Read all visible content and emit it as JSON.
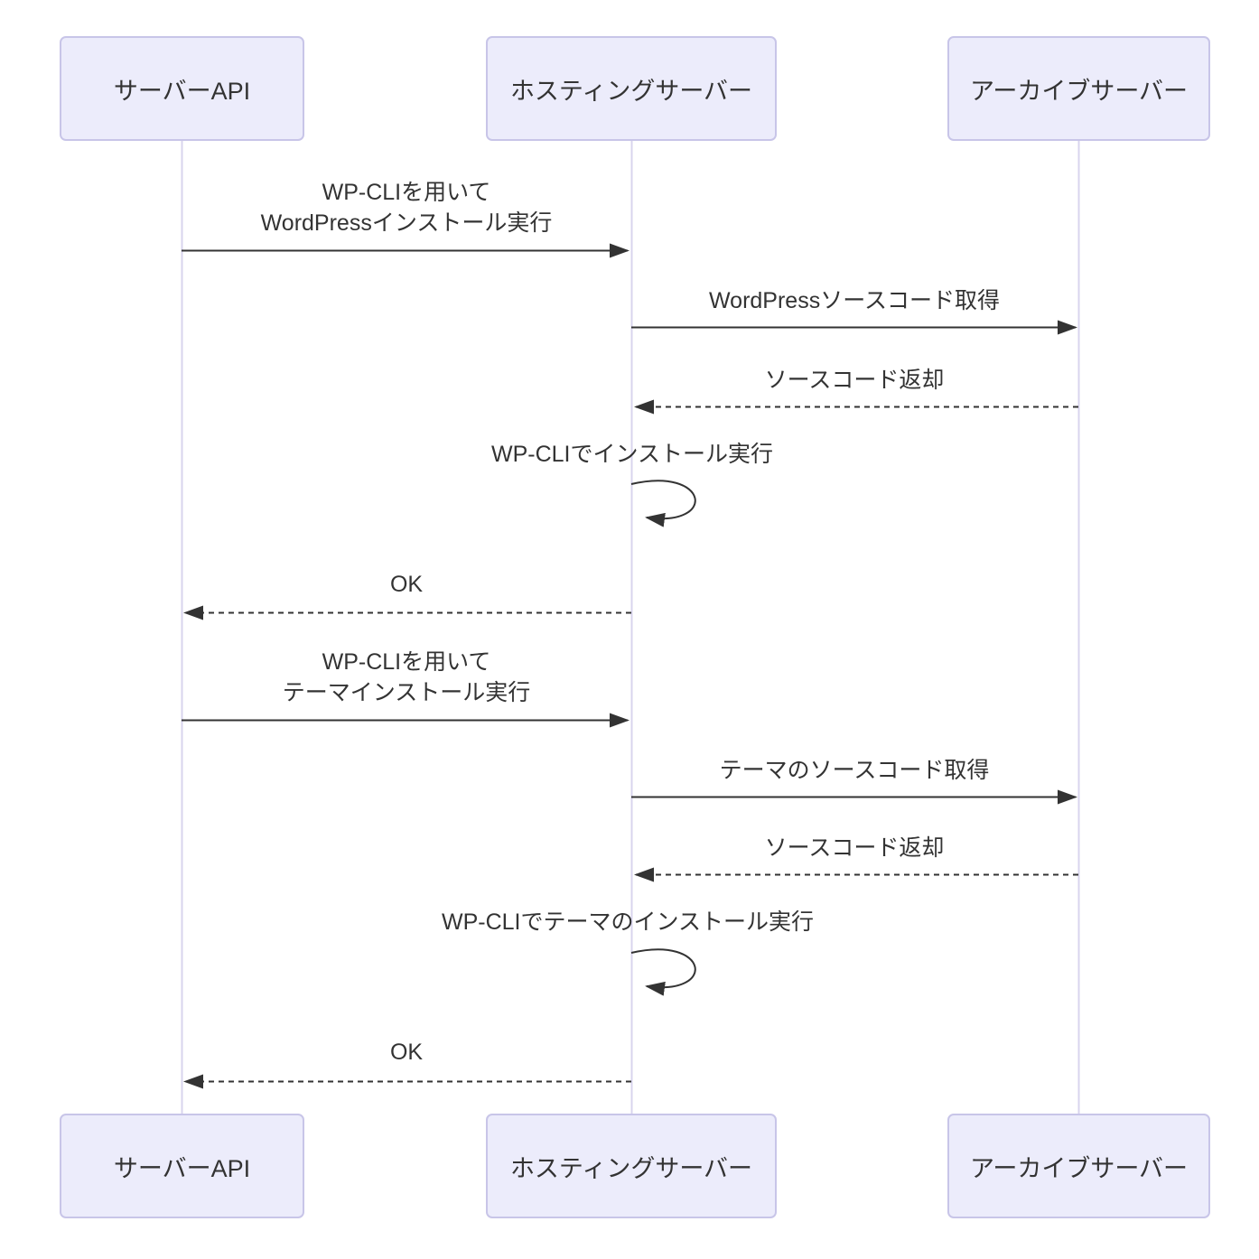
{
  "diagram": {
    "kind": "sequence-diagram",
    "actors": [
      {
        "id": "server-api",
        "label": "サーバーAPI"
      },
      {
        "id": "hosting-server",
        "label": "ホスティングサーバー"
      },
      {
        "id": "archive-server",
        "label": "アーカイブサーバー"
      }
    ],
    "messages": [
      {
        "from": "server-api",
        "to": "hosting-server",
        "type": "solid",
        "lines": [
          "WP-CLIを用いて",
          "WordPressインストール実行"
        ]
      },
      {
        "from": "hosting-server",
        "to": "archive-server",
        "type": "solid",
        "lines": [
          "WordPressソースコード取得"
        ]
      },
      {
        "from": "archive-server",
        "to": "hosting-server",
        "type": "dashed",
        "lines": [
          "ソースコード返却"
        ]
      },
      {
        "from": "hosting-server",
        "to": "hosting-server",
        "type": "self",
        "lines": [
          "WP-CLIでインストール実行"
        ]
      },
      {
        "from": "hosting-server",
        "to": "server-api",
        "type": "dashed",
        "lines": [
          "OK"
        ]
      },
      {
        "from": "server-api",
        "to": "hosting-server",
        "type": "solid",
        "lines": [
          "WP-CLIを用いて",
          "テーマインストール実行"
        ]
      },
      {
        "from": "hosting-server",
        "to": "archive-server",
        "type": "solid",
        "lines": [
          "テーマのソースコード取得"
        ]
      },
      {
        "from": "archive-server",
        "to": "hosting-server",
        "type": "dashed",
        "lines": [
          "ソースコード返却"
        ]
      },
      {
        "from": "hosting-server",
        "to": "hosting-server",
        "type": "self",
        "lines": [
          "WP-CLIでテーマのインストール実行"
        ]
      },
      {
        "from": "hosting-server",
        "to": "server-api",
        "type": "dashed",
        "lines": [
          "OK"
        ]
      }
    ]
  },
  "colors": {
    "actor_fill": "#ECECFB",
    "actor_border": "#C8C5E8",
    "lifeline": "#D8D4EE",
    "arrow": "#333333",
    "text": "#333333"
  }
}
